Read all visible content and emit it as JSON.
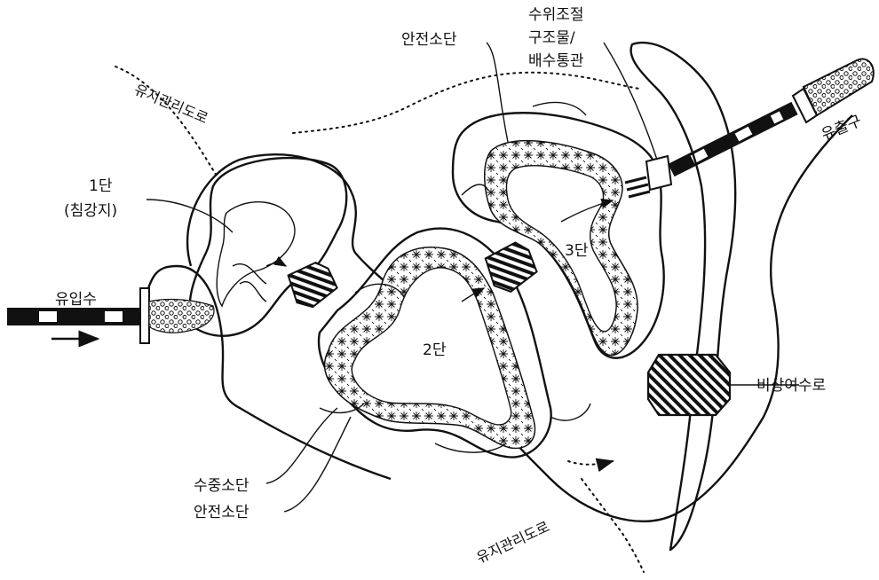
{
  "labels": {
    "inflow": "유입수",
    "stage1_line1": "1단",
    "stage1_line2": "(침강지)",
    "stage2": "2단",
    "stage3": "3단",
    "safety_shelf_top": "안전소단",
    "water_level_line1": "수위조절",
    "water_level_line2": "구조물/",
    "water_level_line3": "배수통관",
    "outflow": "유출구",
    "emergency_spillway": "비상여수로",
    "underwater_shelf": "수중소단",
    "safety_shelf_bottom": "안전소단",
    "maintenance_road_top": "유지관리도로",
    "maintenance_road_bottom": "유지관리도로"
  }
}
